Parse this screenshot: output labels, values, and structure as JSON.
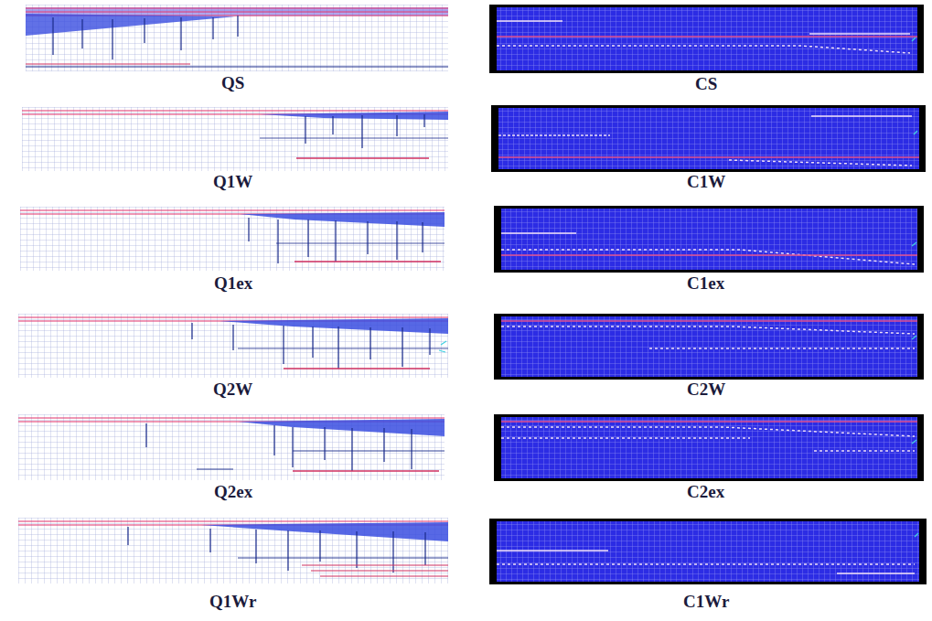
{
  "diagram": {
    "labels": [
      "QS",
      "CS",
      "Q1W",
      "C1W",
      "Q1ex",
      "C1ex",
      "Q2W",
      "C2W",
      "Q2ex",
      "C2ex",
      "Q1Wr",
      "C1Wr"
    ]
  }
}
